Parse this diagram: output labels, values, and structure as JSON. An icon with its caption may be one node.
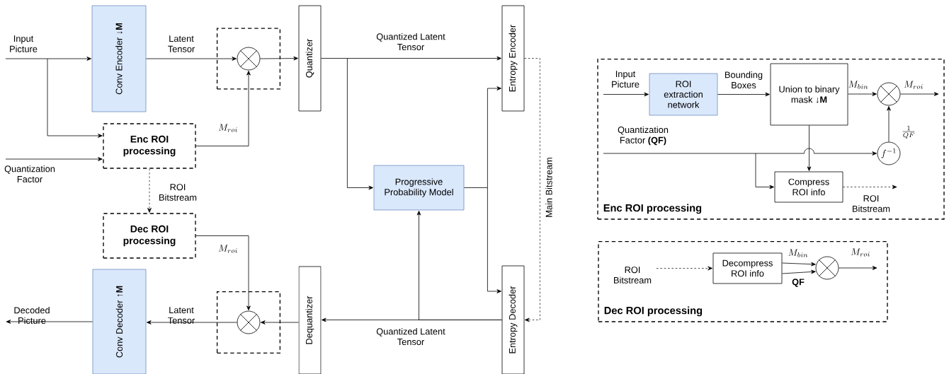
{
  "diagram": {
    "nodes": [
      {
        "text": [
          "Conv Encoder ↓**M**"
        ]
      },
      {
        "text": [],
        "shape": "box"
      },
      {
        "text": [],
        "shape": "circle",
        "in": 1
      },
      {
        "text": [
          "Quantizer"
        ]
      },
      {
        "text": [
          "Enc ROI processing"
        ]
      },
      {
        "text": [
          "Dec ROI processing"
        ]
      },
      {
        "text": [
          "Conv Decoder ↑**M**"
        ]
      },
      {
        "text": [],
        "shape": "box"
      },
      {
        "text": [],
        "shape": "circle",
        "in": 7
      },
      {
        "text": [
          "Dequantizer"
        ]
      },
      {
        "text": [
          "Progressive Probability Model"
        ]
      },
      {
        "text": [
          "Entropy Encoder"
        ]
      },
      {
        "text": [
          "Entropy Decoder"
        ]
      },
      {
        "text": [
          "Enc ROI processing"
        ]
      },
      {
        "text": [
          "ROI extraction network"
        ],
        "in": 13
      },
      {
        "text": [
          "Union to binary mask ↓**M**"
        ],
        "in": 13
      },
      {
        "text": [],
        "shape": "circle",
        "in": 13
      },
      {
        "text": [
          "f^{-1}"
        ],
        "in": 13
      },
      {
        "text": [
          "Compress ROI info"
        ],
        "in": 13
      },
      {
        "text": [
          "Dec ROI processing"
        ]
      },
      {
        "text": [
          "Decompress ROI info"
        ],
        "in": 19
      },
      {
        "text": [],
        "shape": "circle",
        "in": 19
      }
    ],
    "edges": [
      {
        "from": null,
        "to": 0,
        "arrow": "to",
        "label": "Input Picture"
      },
      {
        "from": null,
        "to": 4,
        "arrow": "to"
      },
      {
        "from": 0,
        "to": 2,
        "arrow": "to",
        "label": "Latent Tensor"
      },
      {
        "from": 2,
        "to": 3,
        "arrow": "to"
      },
      {
        "from": 4,
        "to": 2,
        "arrow": "to",
        "label": "M_{roi}"
      },
      {
        "from": null,
        "to": 4,
        "arrow": "to",
        "label": "Quantization Factor"
      },
      {
        "from": 4,
        "to": 5,
        "arrow": "to",
        "style": "dashed",
        "label": "ROI Bitstream"
      },
      {
        "from": 3,
        "to": 11,
        "arrow": "to",
        "label": "Quantized Latent Tensor"
      },
      {
        "from": 3,
        "to": 10,
        "arrow": "to"
      },
      {
        "from": 10,
        "to": 11,
        "arrow": "to"
      },
      {
        "from": 10,
        "to": 12,
        "arrow": "to"
      },
      {
        "from": 11,
        "to": 12,
        "arrow": "to",
        "style": "dashed",
        "label": "Main Bitstream"
      },
      {
        "from": 12,
        "to": 9,
        "arrow": "to",
        "label": "Quantized Latent Tensor"
      },
      {
        "from": 12,
        "to": 10,
        "arrow": "to"
      },
      {
        "from": 9,
        "to": 8,
        "arrow": "to"
      },
      {
        "from": 5,
        "to": 8,
        "arrow": "to",
        "label": "M_{roi}"
      },
      {
        "from": 8,
        "to": 6,
        "arrow": "to",
        "label": "Latent Tensor"
      },
      {
        "from": 6,
        "to": null,
        "arrow": "to",
        "label": "Decoded Picture"
      },
      {
        "from": null,
        "to": 14,
        "arrow": "to",
        "label": "Input Picture"
      },
      {
        "from": 14,
        "to": 15,
        "arrow": "to",
        "label": "Bounding Boxes"
      },
      {
        "from": 15,
        "to": 16,
        "arrow": "to",
        "label": "M_{bin}"
      },
      {
        "from": 16,
        "to": null,
        "arrow": "to",
        "label": "M_{roi}"
      },
      {
        "from": 17,
        "to": 16,
        "arrow": "to",
        "label": "\\frac{1}{QF}"
      },
      {
        "from": null,
        "to": 17,
        "arrow": "to",
        "label": "Quantization Factor **(QF)**"
      },
      {
        "from": null,
        "to": 18,
        "arrow": "to"
      },
      {
        "from": 15,
        "to": 18,
        "arrow": "to"
      },
      {
        "from": 18,
        "to": null,
        "arrow": "to",
        "style": "dashed",
        "label": "ROI Bitstream"
      },
      {
        "from": null,
        "to": 20,
        "arrow": "to",
        "style": "dashed",
        "label": "ROI Bitstream"
      },
      {
        "from": 20,
        "to": 21,
        "arrow": "to",
        "label": "M_{bin}"
      },
      {
        "from": 20,
        "to": 21,
        "arrow": "to",
        "label": "**QF**"
      },
      {
        "from": 21,
        "to": null,
        "arrow": "to",
        "label": "M_{roi}"
      }
    ]
  }
}
